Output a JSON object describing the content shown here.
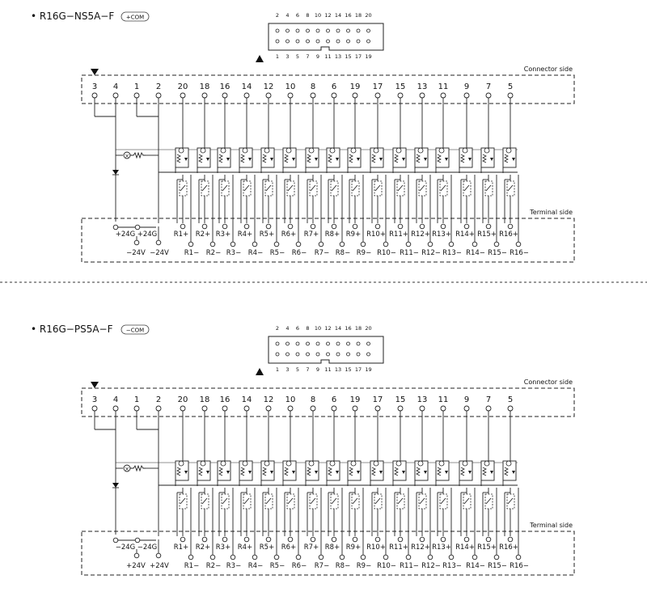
{
  "diagrams": [
    {
      "id": "ns",
      "model": "• R16G−NS5A−F",
      "badge": "+COM",
      "connector_top_pins": [
        "2",
        "4",
        "6",
        "8",
        "10",
        "12",
        "14",
        "16",
        "18",
        "20"
      ],
      "connector_bottom_pins": [
        "1",
        "3",
        "5",
        "7",
        "9",
        "11",
        "13",
        "15",
        "17",
        "19"
      ],
      "connector_side_label": "Connector side",
      "terminal_side_label": "Terminal side",
      "pin_labels": [
        "3",
        "4",
        "1",
        "2",
        "20",
        "18",
        "16",
        "14",
        "12",
        "10",
        "8",
        "6",
        "19",
        "17",
        "15",
        "13",
        "11",
        "9",
        "7",
        "5"
      ],
      "power_top": [
        "+24G",
        "+24G"
      ],
      "power_bottom": [
        "−24V",
        "−24V"
      ],
      "relay_plus": [
        "R1+",
        "R2+",
        "R3+",
        "R4+",
        "R5+",
        "R6+",
        "R7+",
        "R8+",
        "R9+",
        "R10+",
        "R11+",
        "R12+",
        "R13+",
        "R14+",
        "R15+",
        "R16+"
      ],
      "relay_minus": [
        "R1−",
        "R2−",
        "R3−",
        "R4−",
        "R5−",
        "R6−",
        "R7−",
        "R8−",
        "R9−",
        "R10−",
        "R11−",
        "R12−",
        "R13−",
        "R14−",
        "R15−",
        "R16−"
      ]
    },
    {
      "id": "ps",
      "model": "• R16G−PS5A−F",
      "badge": "−COM",
      "connector_top_pins": [
        "2",
        "4",
        "6",
        "8",
        "10",
        "12",
        "14",
        "16",
        "18",
        "20"
      ],
      "connector_bottom_pins": [
        "1",
        "3",
        "5",
        "7",
        "9",
        "11",
        "13",
        "15",
        "17",
        "19"
      ],
      "connector_side_label": "Connector side",
      "terminal_side_label": "Terminal side",
      "pin_labels": [
        "3",
        "4",
        "1",
        "2",
        "20",
        "18",
        "16",
        "14",
        "12",
        "10",
        "8",
        "6",
        "19",
        "17",
        "15",
        "13",
        "11",
        "9",
        "7",
        "5"
      ],
      "power_top": [
        "−24G",
        "−24G"
      ],
      "power_bottom": [
        "+24V",
        "+24V"
      ],
      "relay_plus": [
        "R1+",
        "R2+",
        "R3+",
        "R4+",
        "R5+",
        "R6+",
        "R7+",
        "R8+",
        "R9+",
        "R10+",
        "R11+",
        "R12+",
        "R13+",
        "R14+",
        "R15+",
        "R16+"
      ],
      "relay_minus": [
        "R1−",
        "R2−",
        "R3−",
        "R4−",
        "R5−",
        "R6−",
        "R7−",
        "R8−",
        "R9−",
        "R10−",
        "R11−",
        "R12−",
        "R13−",
        "R14−",
        "R15−",
        "R16−"
      ]
    }
  ]
}
